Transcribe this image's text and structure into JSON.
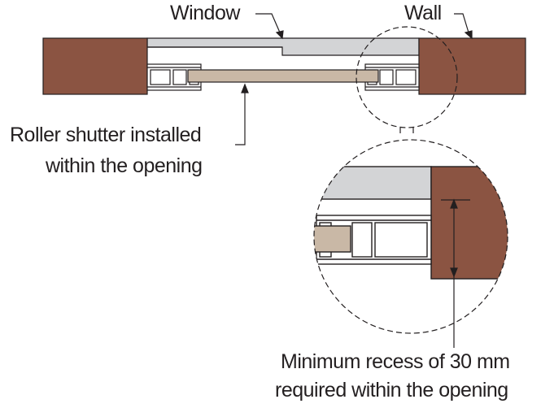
{
  "labels": {
    "window": "Window",
    "wall": "Wall",
    "shutter_line1": "Roller shutter installed",
    "shutter_line2": "within the opening",
    "recess_line1": "Minimum recess of 30 mm",
    "recess_line2": "required within the opening"
  },
  "colors": {
    "wall_fill": "#8b5442",
    "glass_fill": "#d3d4d6",
    "shutter_fill": "#c9b8a6",
    "line": "#231f20",
    "background": "#ffffff"
  }
}
